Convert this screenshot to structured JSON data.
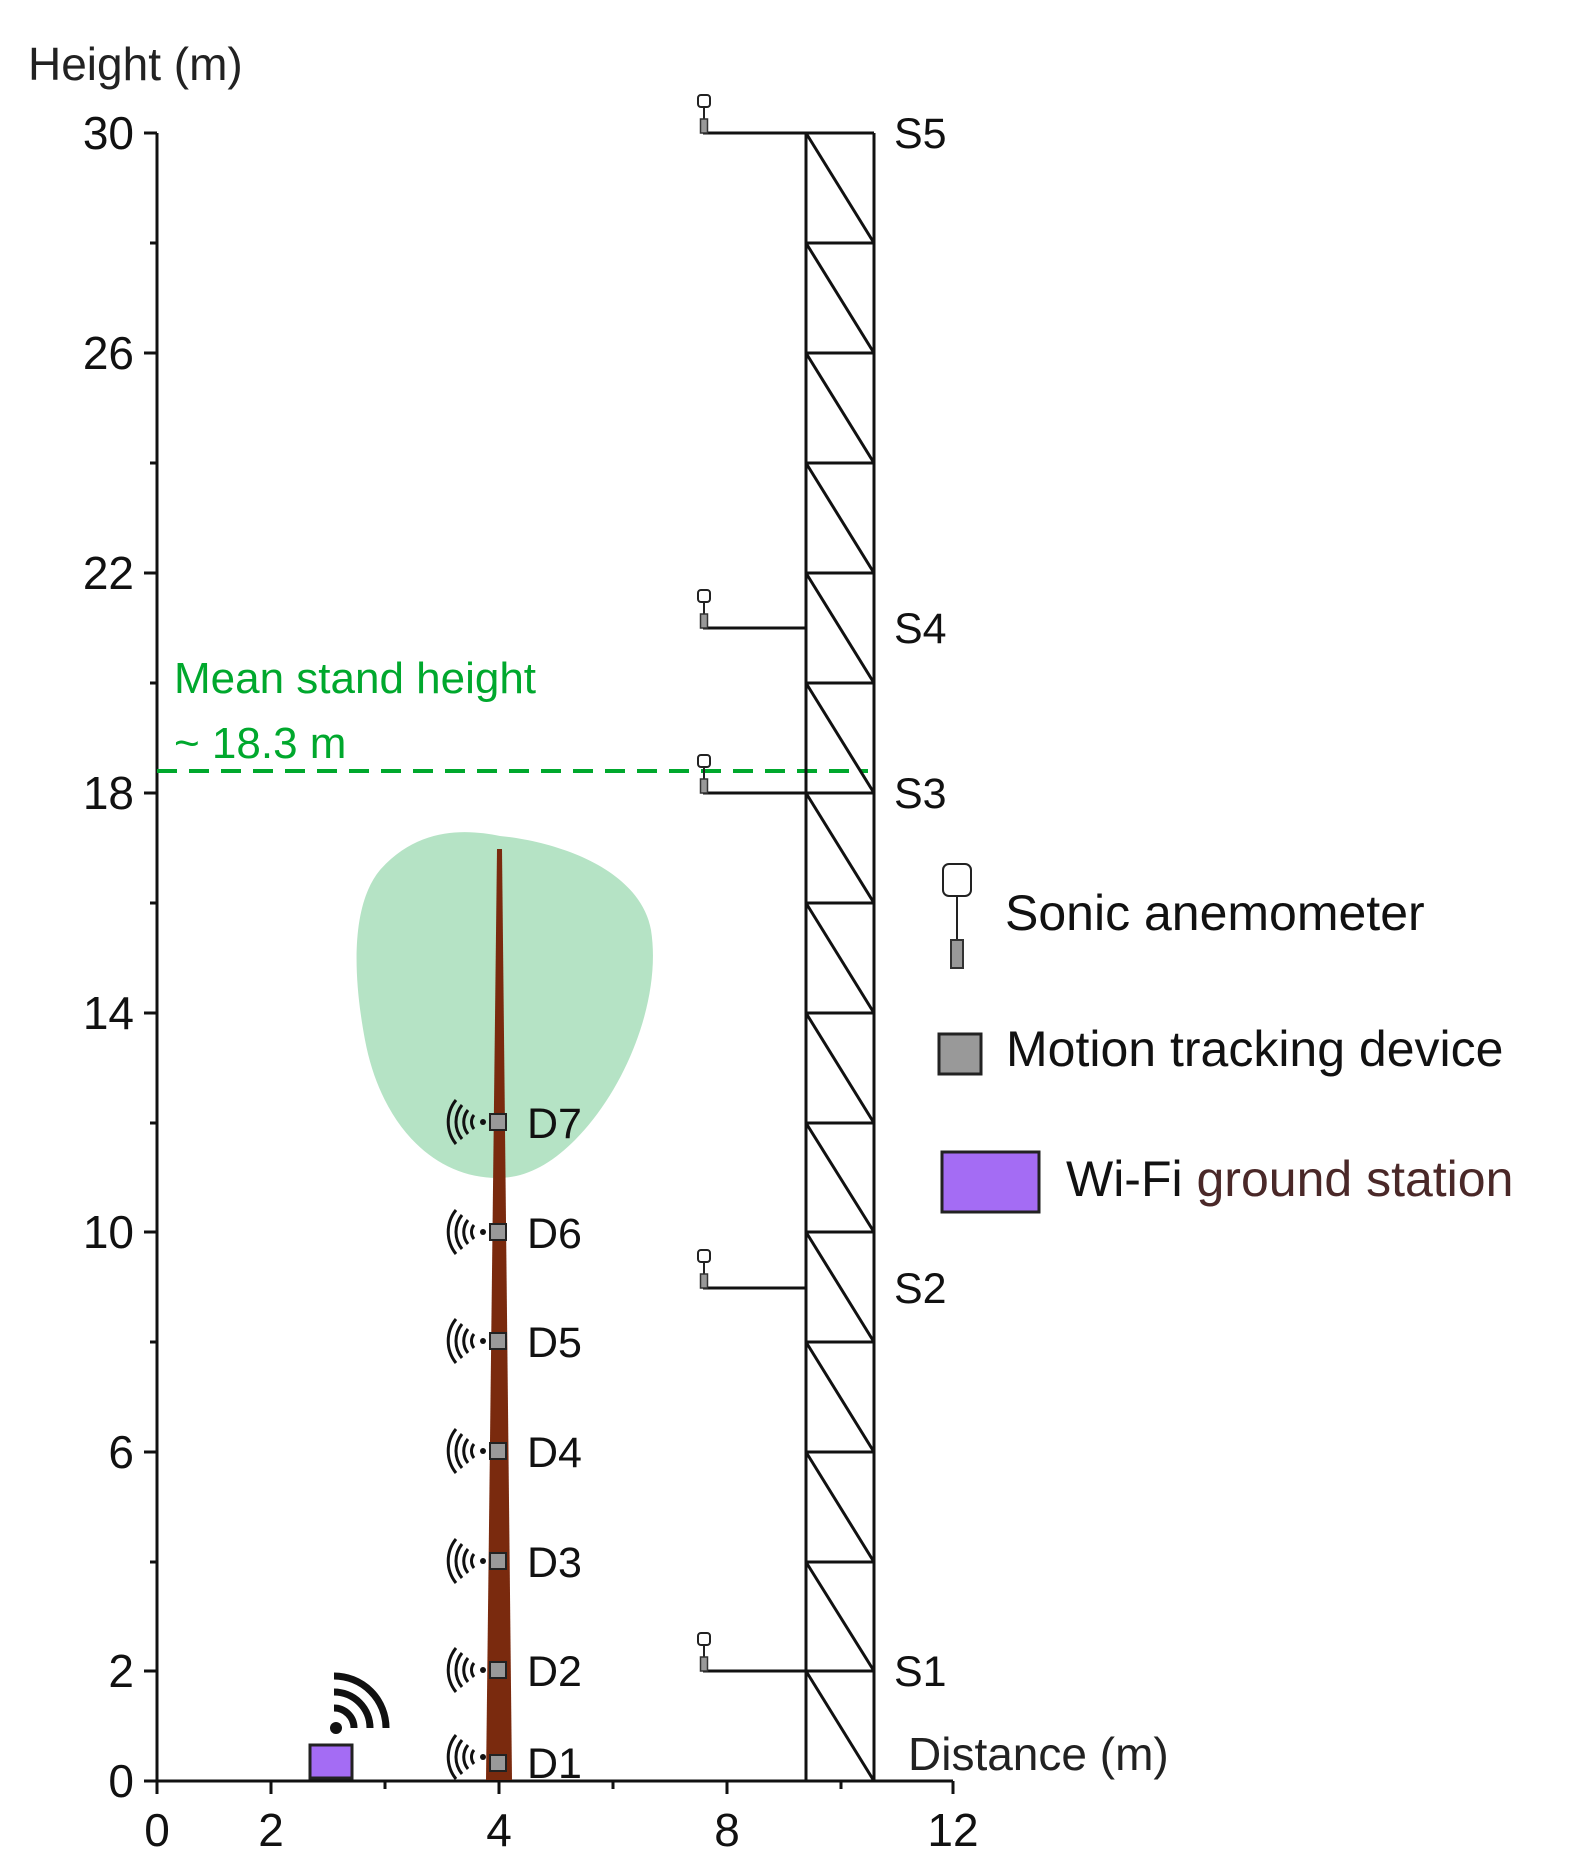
{
  "figure": {
    "y_axis_title": "Height (m)",
    "x_axis_title": "Distance (m)",
    "y_ticks": [
      "30",
      "26",
      "22",
      "18",
      "14",
      "10",
      "6",
      "2",
      "0"
    ],
    "x_ticks": [
      "0",
      "2",
      "4",
      "8",
      "12"
    ],
    "stand_height": {
      "line1": "Mean stand height",
      "line2": "~ 18.3 m",
      "value_m": 18.3,
      "color": "#00a82d"
    },
    "devices": [
      {
        "label": "D1",
        "height_m": 0.3
      },
      {
        "label": "D2",
        "height_m": 2.0
      },
      {
        "label": "D3",
        "height_m": 4.0
      },
      {
        "label": "D4",
        "height_m": 6.0
      },
      {
        "label": "D5",
        "height_m": 8.0
      },
      {
        "label": "D6",
        "height_m": 10.0
      },
      {
        "label": "D7",
        "height_m": 12.0
      }
    ],
    "anemometers": [
      {
        "label": "S1",
        "height_m": 2.0
      },
      {
        "label": "S2",
        "height_m": 9.0
      },
      {
        "label": "S3",
        "height_m": 18.0
      },
      {
        "label": "S4",
        "height_m": 21.0
      },
      {
        "label": "S5",
        "height_m": 30.0
      }
    ],
    "legend": {
      "sonic": "Sonic anemometer",
      "motion": "Motion tracking device",
      "wifi_prefix": "Wi-Fi",
      "wifi_suffix": " ground station"
    },
    "colors": {
      "trunk": "#7a2a0e",
      "crown": "#b5e3c5",
      "wifi_box": "#a46cf4",
      "device": "#999999",
      "stand_line": "#00a82d",
      "legend_brown": "#4a2828"
    }
  }
}
